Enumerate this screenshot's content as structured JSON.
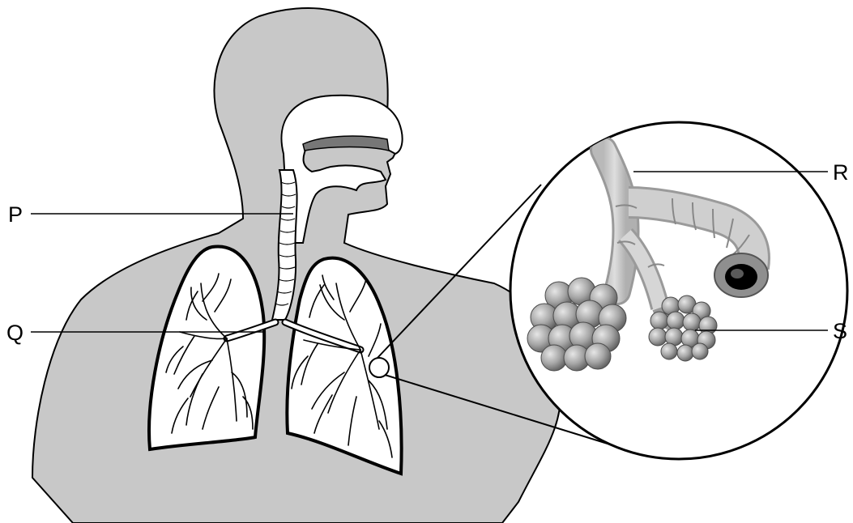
{
  "labels": {
    "p": "P",
    "q": "Q",
    "r": "R",
    "s": "S"
  },
  "colors": {
    "body_fill": "#c8c8c8",
    "outline": "#000000",
    "airway_fill": "#ffffff",
    "bronchiole_fill": "#cfcfcf",
    "alveolus_fill": "#9a9a9a",
    "background": "#ffffff"
  }
}
